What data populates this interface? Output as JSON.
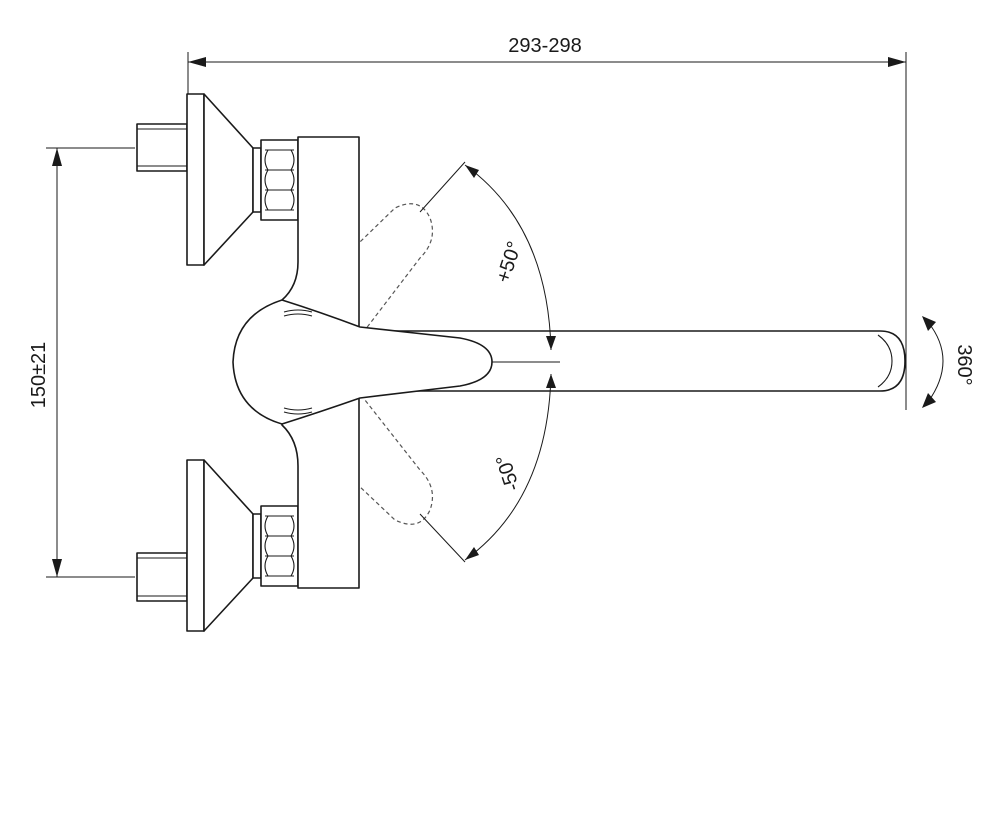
{
  "drawing": {
    "width_dimension": "293-298",
    "inlet_spacing_dimension": "150±21",
    "swivel_rotation": "360°",
    "lever_up_angle": "+50°",
    "lever_down_angle": "-50°"
  }
}
